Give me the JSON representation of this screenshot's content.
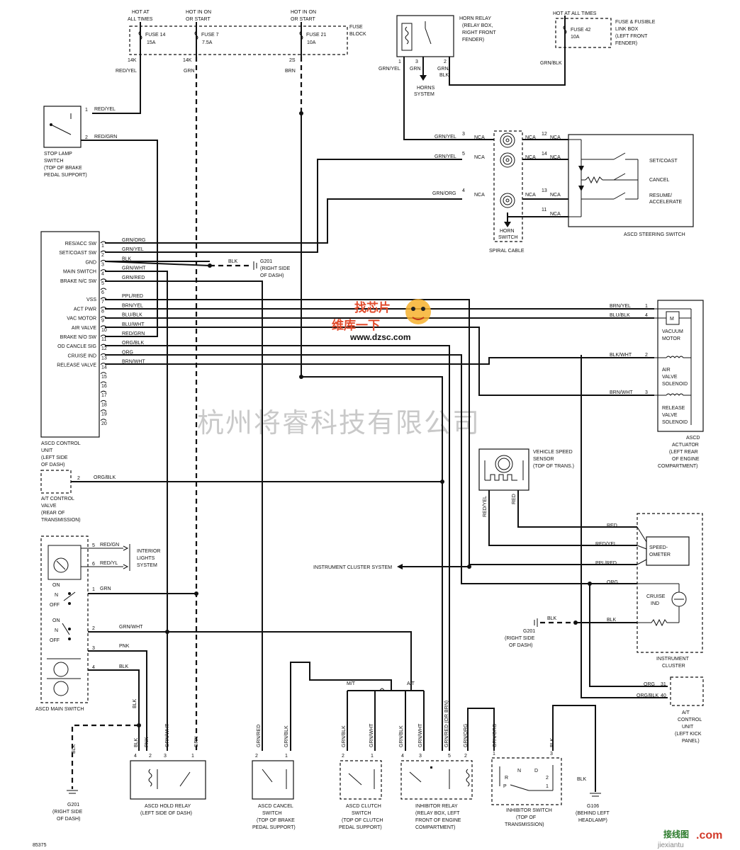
{
  "fuses": {
    "f14": {
      "hot": [
        "HOT AT",
        "ALL TIMES"
      ],
      "name": "FUSE 14",
      "amp": "15A",
      "circuit": "14K",
      "color": "RED/YEL"
    },
    "f7": {
      "hot": [
        "HOT IN ON",
        "OR START"
      ],
      "name": "FUSE 7",
      "amp": "7.5A",
      "circuit": "14K",
      "color": "GRN"
    },
    "f21": {
      "hot": [
        "HOT IN ON",
        "OR START"
      ],
      "name": "FUSE 21",
      "amp": "10A",
      "circuit": "2S",
      "color": "BRN"
    },
    "block": [
      "FUSE",
      "BLOCK"
    ]
  },
  "horn_relay": {
    "label": [
      "HORN RELAY",
      "(RELAY BOX,",
      "RIGHT FRONT",
      "FENDER)"
    ],
    "pins": [
      "1",
      "3",
      "2"
    ],
    "wires": [
      "GRN/YEL",
      "GRN",
      "GRN/",
      "BLK"
    ],
    "system": [
      "HORNS",
      "SYSTEM"
    ]
  },
  "fuse42": {
    "hot": "HOT AT ALL TIMES",
    "name": "FUSE 42",
    "amp": "10A",
    "label": [
      "FUSE & FUSIBLE",
      "LINK BOX",
      "(LEFT FRONT",
      "FENDER)"
    ],
    "wire": "GRN/BLK"
  },
  "stop_lamp": {
    "label": [
      "STOP LAMP",
      "SWITCH",
      "(TOP OF BRAKE",
      "PEDAL SUPPORT)"
    ],
    "pins": [
      "1",
      "2"
    ],
    "wires": [
      "RED/YEL",
      "RED/GRN"
    ]
  },
  "spiral": {
    "wires_left": [
      "GRN/YEL",
      "GRN/YEL",
      "GRN/ORG"
    ],
    "pins_left": [
      "3",
      "5",
      "4"
    ],
    "pins_right": [
      "12",
      "14",
      "13",
      "11"
    ],
    "nca": "NCA",
    "horn_switch": [
      "HORN",
      "SWITCH"
    ],
    "label": "SPIRAL CABLE"
  },
  "steering_switch": {
    "items": [
      "SET/COAST",
      "CANCEL",
      "RESUME/",
      "ACCELERATE"
    ],
    "label": "ASCD STEERING SWITCH"
  },
  "control_unit": {
    "pins": [
      {
        "n": "1",
        "label": "RES/ACC SW",
        "wire": "GRN/ORG"
      },
      {
        "n": "2",
        "label": "SET/COAST SW",
        "wire": "GRN/YEL"
      },
      {
        "n": "3",
        "label": "GND",
        "wire": "BLK"
      },
      {
        "n": "4",
        "label": "MAIN SWITCH",
        "wire": "GRN/WHT"
      },
      {
        "n": "5",
        "label": "BRAKE N/C SW",
        "wire": "GRN/RED"
      },
      {
        "n": "6",
        "label": "",
        "wire": ""
      },
      {
        "n": "7",
        "label": "VSS",
        "wire": "PPL/RED"
      },
      {
        "n": "8",
        "label": "ACT PWR",
        "wire": "BRN/YEL"
      },
      {
        "n": "9",
        "label": "VAC MOTOR",
        "wire": "BLU/BLK"
      },
      {
        "n": "10",
        "label": "AIR VALVE",
        "wire": "BLU/WHT"
      },
      {
        "n": "11",
        "label": "BRAKE N/O SW",
        "wire": "RED/GRN"
      },
      {
        "n": "12",
        "label": "OD CANCLE SIG",
        "wire": "ORG/BLK"
      },
      {
        "n": "13",
        "label": "CRUISE IND",
        "wire": "ORG"
      },
      {
        "n": "14",
        "label": "RELEASE VALVE",
        "wire": "BRN/WHT"
      },
      {
        "n": "15",
        "label": "",
        "wire": ""
      },
      {
        "n": "16",
        "label": "",
        "wire": ""
      },
      {
        "n": "17",
        "label": "",
        "wire": ""
      },
      {
        "n": "18",
        "label": "",
        "wire": ""
      },
      {
        "n": "19",
        "label": "",
        "wire": ""
      },
      {
        "n": "20",
        "label": "",
        "wire": ""
      }
    ],
    "label": [
      "ASCD CONTROL",
      "UNIT",
      "(LEFT SIDE",
      "OF DASH)"
    ]
  },
  "g201": {
    "name": "G201",
    "loc": [
      "(RIGHT SIDE",
      "OF DASH)"
    ],
    "wire": "BLK"
  },
  "actuator": {
    "pins": [
      {
        "n": "1",
        "wire": "BRN/YEL"
      },
      {
        "n": "4",
        "wire": "BLU/BLK"
      },
      {
        "n": "2",
        "wire": "BLK/WHT"
      },
      {
        "n": "3",
        "wire": "BRN/WHT"
      }
    ],
    "parts": [
      "VACUUM",
      "MOTOR",
      "AIR",
      "VALVE",
      "SOLENOID",
      "RELEASE",
      "VALVE",
      "SOLENOID"
    ],
    "motor": "M",
    "label": [
      "ASCD",
      "ACTUATOR",
      "(LEFT REAR",
      "OF ENGINE",
      "COMPARTMENT)"
    ]
  },
  "watermark": {
    "logo": "找芯片",
    "site_cn": "维库一下",
    "url": "www.dzsc.com",
    "company": "杭州将睿科技有限公司",
    "footer_cn": "接线图",
    "footer_com": ".com",
    "footer_url": "jiexiantu"
  },
  "vss": {
    "label": [
      "VEHICLE SPEED",
      "SENSOR",
      "(TOP OF TRANS.)"
    ],
    "wires": [
      "RED/YEL",
      "RED"
    ]
  },
  "at_valve": {
    "label": [
      "A/T CONTROL",
      "VALVE",
      "(REAR OF",
      "TRANSMISSION)"
    ],
    "pin": "2",
    "wire": "ORG/BLK"
  },
  "cluster": {
    "wires": [
      "RED",
      "RED/YEL",
      "PPL/RED",
      "ORG",
      "BLK"
    ],
    "speedometer": [
      "SPEED-",
      "OMETER"
    ],
    "cruise": [
      "CRUISE",
      "IND"
    ],
    "label": [
      "INSTRUMENT",
      "CLUSTER"
    ],
    "system": "INSTRUMENT CLUSTER SYSTEM"
  },
  "main_switch": {
    "pins": [
      "5",
      "6",
      "1",
      "2",
      "3",
      "4"
    ],
    "wires": [
      "RED/GN",
      "RED/YL",
      "GRN",
      "GRN/WHT",
      "PNK",
      "BLK"
    ],
    "interior": [
      "INTERIOR",
      "LIGHTS",
      "SYSTEM"
    ],
    "pos": [
      "ON",
      "N",
      "OFF",
      "ON",
      "N",
      "OFF"
    ],
    "label": "ASCD MAIN SWITCH"
  },
  "at_unit": {
    "pins": [
      "31",
      "40"
    ],
    "wires": [
      "ORG",
      "ORG/BLK"
    ],
    "label": [
      "A/T",
      "CONTROL",
      "UNIT",
      "(LEFT KICK",
      "PANEL)"
    ]
  },
  "hold_relay": {
    "wires": [
      "BLK",
      "PNK",
      "GRN/WHT",
      "GRN"
    ],
    "pins": [
      "4",
      "2",
      "3",
      "1"
    ],
    "label": [
      "ASCD HOLD RELAY",
      "(LEFT SIDE OF DASH)"
    ]
  },
  "cancel_switch": {
    "wires": [
      "GRN/RED",
      "GRN/BLK"
    ],
    "pins": [
      "2",
      "1"
    ],
    "label": [
      "ASCD CANCEL",
      "SWITCH",
      "(TOP OF BRAKE",
      "PEDAL SUPPORT)"
    ]
  },
  "clutch_switch": {
    "wires": [
      "GRN/BLK",
      "GRN/WHT"
    ],
    "pins": [
      "2",
      "1"
    ],
    "label": [
      "ASCD CLUTCH",
      "SWITCH",
      "(TOP OF CLUTCH",
      "PEDAL SUPPORT)"
    ]
  },
  "mt_at": [
    "M/T",
    "A/T"
  ],
  "inhibitor_relay": {
    "wires": [
      "GRN/BLK",
      "GRN/WHT",
      "GRN/RED (OR BRN)",
      "GRN/ORG"
    ],
    "pins": [
      "4",
      "3",
      "5",
      "2"
    ],
    "label": [
      "INHIBITOR RELAY",
      "(RELAY BOX, LEFT",
      "FRONT OF ENGINE",
      "COMPARTMENT)"
    ]
  },
  "inhibitor_switch": {
    "wires": [
      "GRN/ORG",
      "BLK"
    ],
    "pins": [
      "1",
      "3"
    ],
    "pos": [
      "N",
      "D",
      "R",
      "2",
      "P",
      "1"
    ],
    "label": [
      "INHIBITOR SWITCH",
      "(TOP OF",
      "TRANSMISSION)"
    ]
  },
  "g106": {
    "name": "G106",
    "loc": [
      "(BEHIND LEFT",
      "HEADLAMP)"
    ],
    "wire": "BLK"
  },
  "g201b": {
    "name": "G201",
    "loc": [
      "(RIGHT SIDE",
      "OF DASH)"
    ],
    "wire": "BLK"
  },
  "g201c": {
    "name": "G201",
    "loc": [
      "(RIGHT SIDE",
      "OF DASH)"
    ],
    "wire": "BLK"
  },
  "fig_id": "85375"
}
